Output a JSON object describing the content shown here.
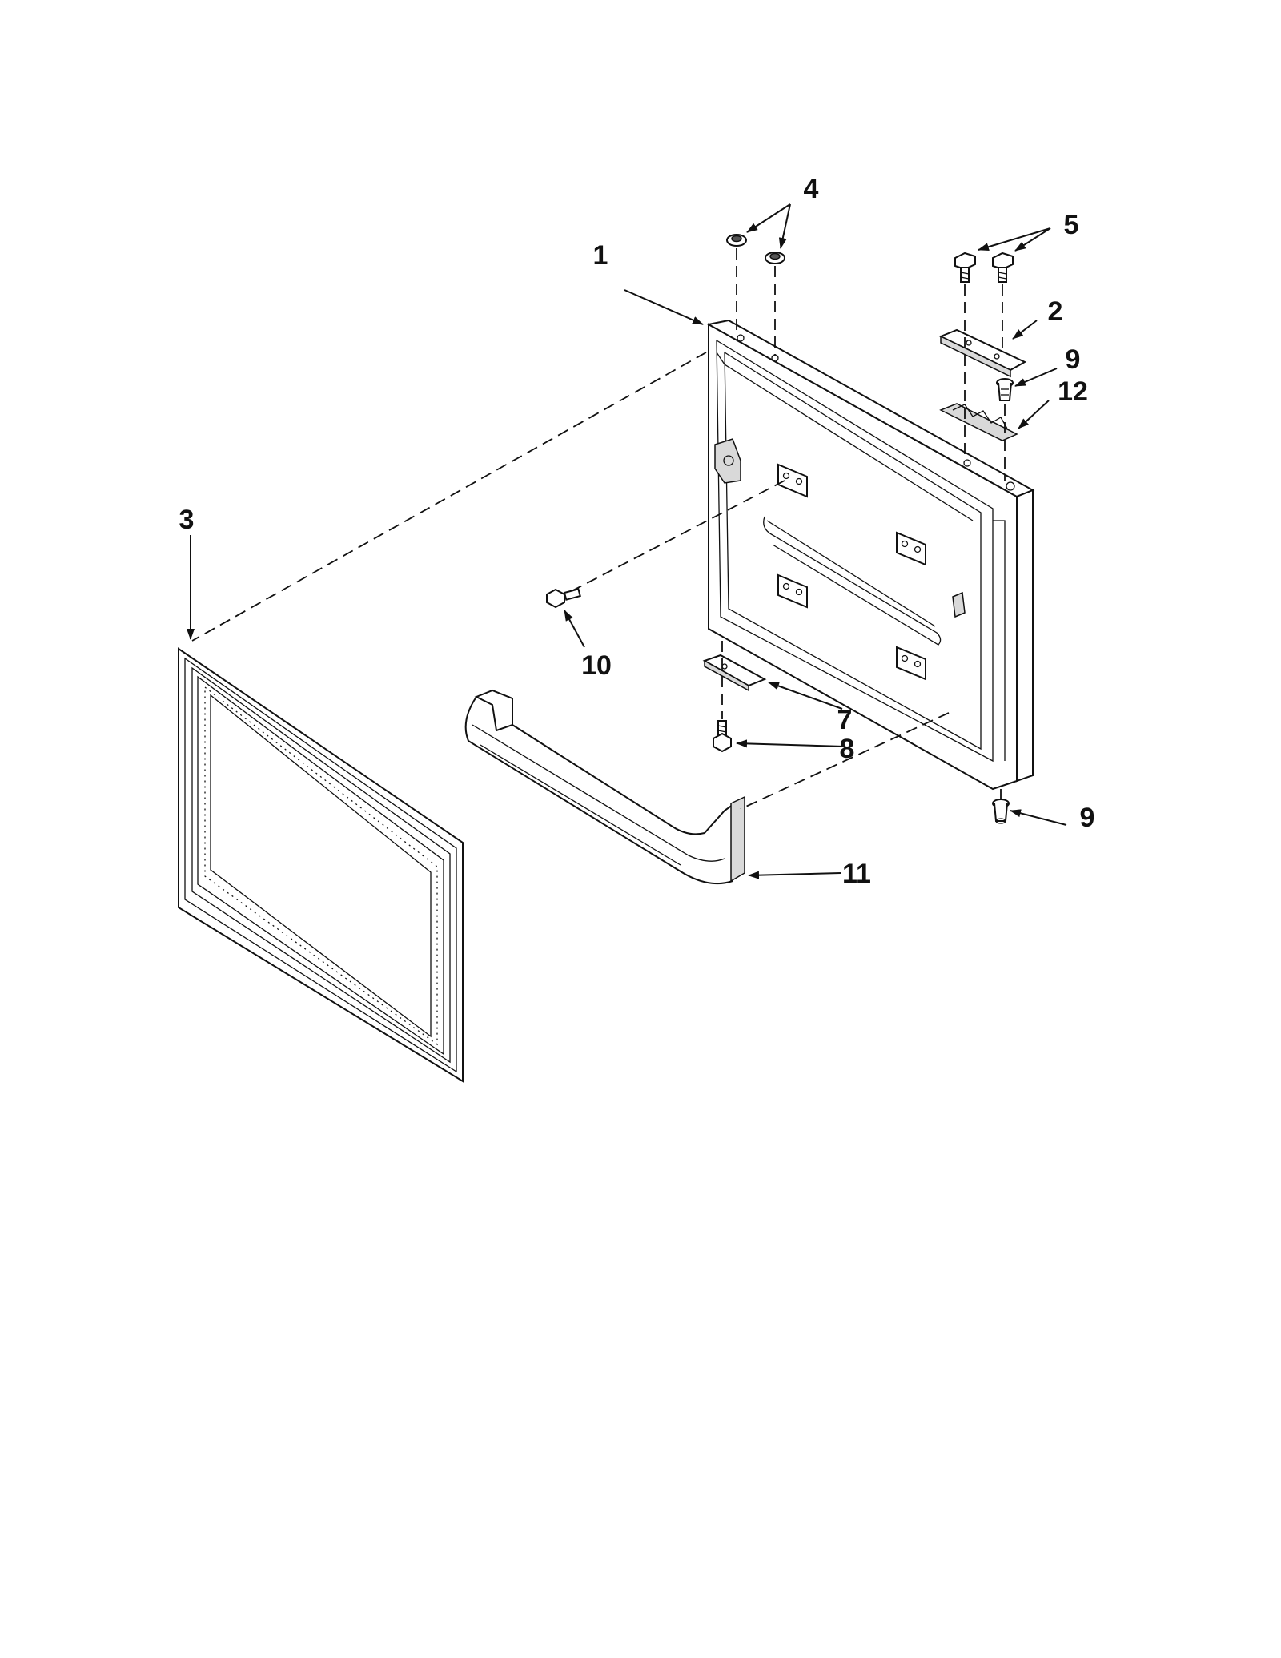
{
  "callouts": [
    {
      "id": "c1",
      "label": "1"
    },
    {
      "id": "c2",
      "label": "2"
    },
    {
      "id": "c3",
      "label": "3"
    },
    {
      "id": "c4",
      "label": "4"
    },
    {
      "id": "c5",
      "label": "5"
    },
    {
      "id": "c7",
      "label": "7"
    },
    {
      "id": "c8",
      "label": "8"
    },
    {
      "id": "c9a",
      "label": "9"
    },
    {
      "id": "c9b",
      "label": "9"
    },
    {
      "id": "c10",
      "label": "10"
    },
    {
      "id": "c11",
      "label": "11"
    },
    {
      "id": "c12",
      "label": "12"
    }
  ],
  "colors": {
    "ink": "#111111",
    "background": "#ffffff",
    "shade": "#d9d9d9"
  }
}
